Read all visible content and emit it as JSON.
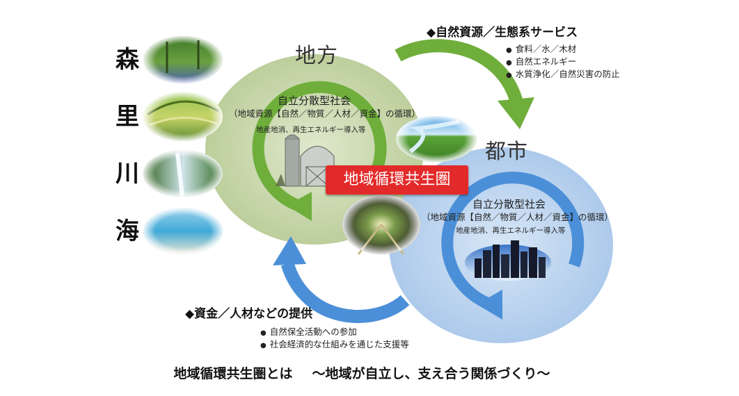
{
  "left_labels": [
    "森",
    "里",
    "川",
    "海"
  ],
  "local": {
    "title": "地方",
    "sub_title": "自立分散型社会",
    "sub_detail": "（地域資源【自然／物質／人材／資金】の循環）",
    "sub_note": "地産地消、再生エネルギー導入等"
  },
  "urban": {
    "title": "都市",
    "sub_title": "自立分散型社会",
    "sub_detail": "（地域資源【自然／物質／人材／資金】の循環）",
    "sub_note": "地産地消、再生エネルギー導入等"
  },
  "center_badge": "地域循環共生圏",
  "top_flow": {
    "heading": "◆自然資源／生態系サービス",
    "items": [
      "食料／水／木材",
      "自然エネルギー",
      "水質浄化／自然災害の防止"
    ]
  },
  "bottom_flow": {
    "heading": "◆資金／人材などの提供",
    "items": [
      "自然保全活動への参加",
      "社会経済的な仕組みを通じた支援等"
    ]
  },
  "footer": {
    "main": "地域循環共生圏とは",
    "sub": "～地域が自立し、支え合う関係づくり～"
  }
}
